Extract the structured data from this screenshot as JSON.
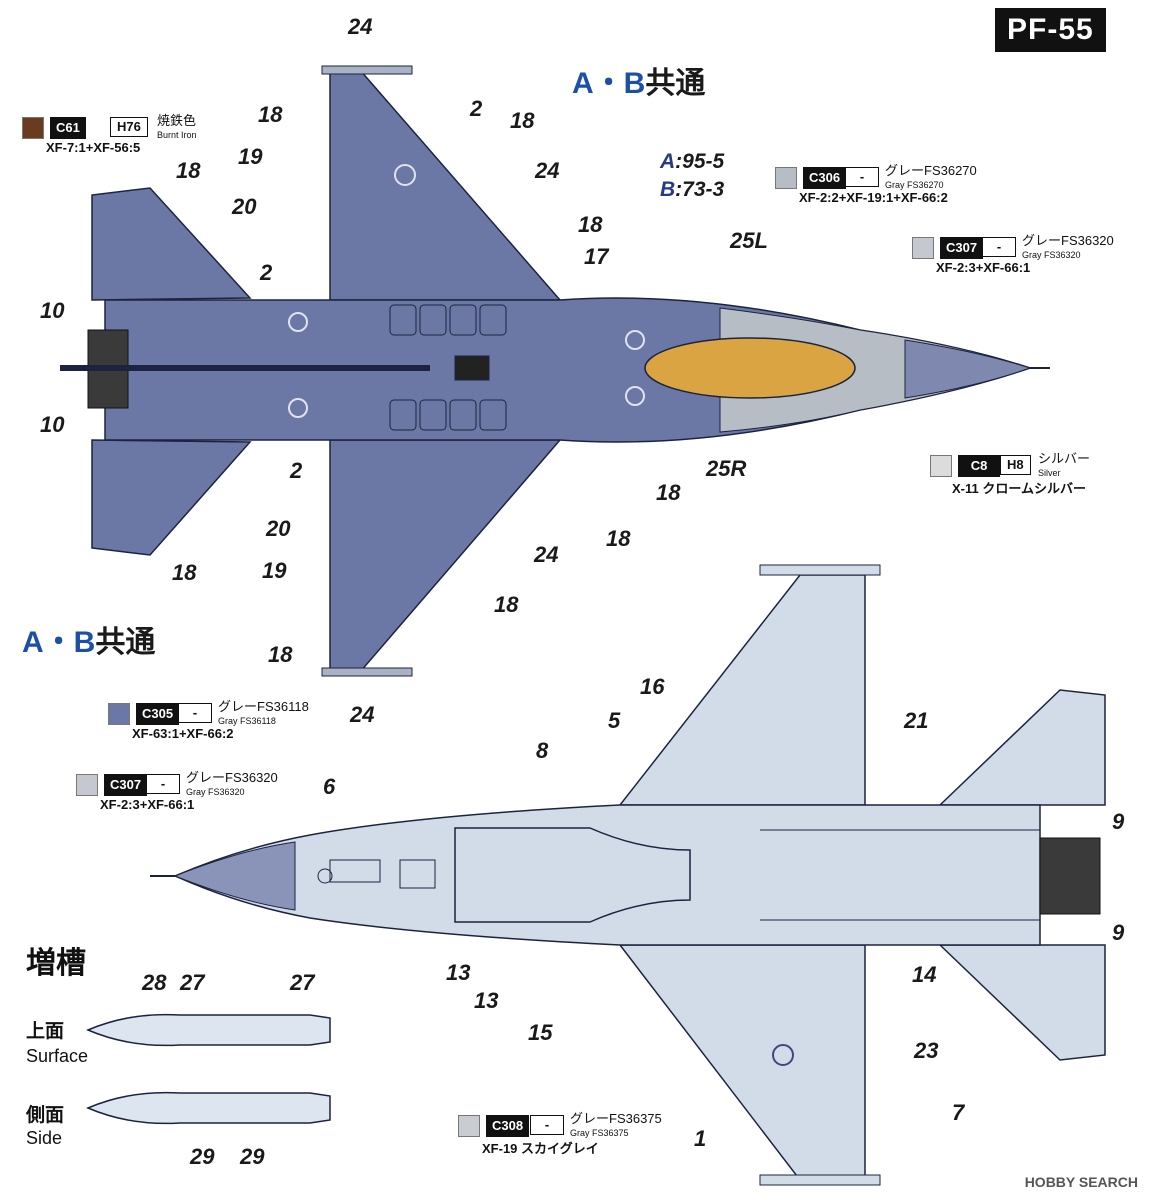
{
  "badge": "PF-55",
  "header_top": {
    "ab": "A・B",
    "kanji": "共通"
  },
  "header_bottom": {
    "ab": "A・B",
    "kanji": "共通"
  },
  "codes": {
    "a_letter": "A",
    "a_value": ":95-5",
    "b_letter": "B",
    "b_value": ":73-3"
  },
  "paints": [
    {
      "id": "c61",
      "code": "C61",
      "hobby": "H76",
      "name_jp": "焼鉄色",
      "name_en": "Burnt Iron",
      "mix": "XF-7:1+XF-56:5",
      "color": "#6b3b1f"
    },
    {
      "id": "c306",
      "code": "C306",
      "hobby": "-",
      "name_jp": "グレーFS36270",
      "name_en": "Gray FS36270",
      "mix": "XF-2:2+XF-19:1+XF-66:2",
      "color": "#b7bdc5"
    },
    {
      "id": "c307a",
      "code": "C307",
      "hobby": "-",
      "name_jp": "グレーFS36320",
      "name_en": "Gray FS36320",
      "mix": "XF-2:3+XF-66:1",
      "color": "#c5c9cf"
    },
    {
      "id": "c8",
      "code": "C8",
      "hobby": "H8",
      "name_jp": "シルバー",
      "name_en": "Silver",
      "mix": "X-11 クロームシルバー",
      "color": "#dcdcdc"
    },
    {
      "id": "c305",
      "code": "C305",
      "hobby": "-",
      "name_jp": "グレーFS36118",
      "name_en": "Gray FS36118",
      "mix": "XF-63:1+XF-66:2",
      "color": "#6b78a5"
    },
    {
      "id": "c307b",
      "code": "C307",
      "hobby": "-",
      "name_jp": "グレーFS36320",
      "name_en": "Gray FS36320",
      "mix": "XF-2:3+XF-66:1",
      "color": "#c5c9cf"
    },
    {
      "id": "c308",
      "code": "C308",
      "hobby": "-",
      "name_jp": "グレーFS36375",
      "name_en": "Gray FS36375",
      "mix": "XF-19 スカイグレイ",
      "color": "#c9cdd2"
    }
  ],
  "callouts": {
    "n24a": "24",
    "n18a": "18",
    "n2a": "2",
    "n18b": "18",
    "n24b": "24",
    "n18c": "18",
    "n19a": "19",
    "n20a": "20",
    "n2b": "2",
    "n10a": "10",
    "n10b": "10",
    "n2c": "2",
    "n20b": "20",
    "n19b": "19",
    "n18d": "18",
    "n18e": "18",
    "n17": "17",
    "n25L": "25L",
    "n25R": "25R",
    "n18f": "18",
    "n18g": "18",
    "n24c": "24",
    "n18h": "18",
    "n18i": "18",
    "n24d": "24",
    "n16": "16",
    "n5": "5",
    "n8": "8",
    "n6": "6",
    "n21": "21",
    "n9a": "9",
    "n9b": "9",
    "n13a": "13",
    "n13b": "13",
    "n15": "15",
    "n14": "14",
    "n23": "23",
    "n7": "7",
    "n1": "1",
    "n28": "28",
    "n27a": "27",
    "n27b": "27",
    "n29a": "29",
    "n29b": "29"
  },
  "tank": {
    "title": "増槽",
    "top_jp": "上面",
    "top_en": "Surface",
    "side_jp": "側面",
    "side_en": "Side"
  },
  "watermark": "HOBBY SEARCH",
  "colors": {
    "upper_blue": "#6b78a5",
    "lower_gray": "#d2dbe8",
    "canopy_gold": "#d9a441",
    "tank_fill": "#dde5f0"
  }
}
